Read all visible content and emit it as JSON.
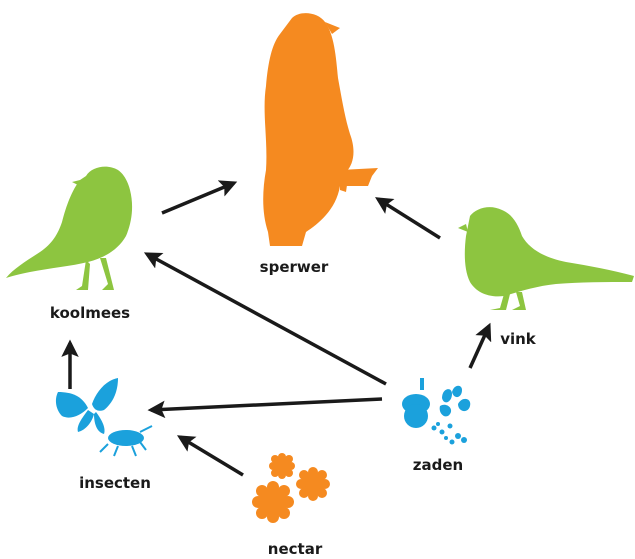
{
  "colors": {
    "bird_green": "#8dc540",
    "hawk_orange": "#f58a20",
    "insect_blue": "#1ba1dc",
    "seed_blue": "#1ba1dc",
    "flower_orange": "#f58a20",
    "arrow": "#1a1a1a"
  },
  "nodes": {
    "sperwer": {
      "label": "sperwer",
      "icon": "hawk-icon"
    },
    "koolmees": {
      "label": "koolmees",
      "icon": "tit-bird-icon"
    },
    "vink": {
      "label": "vink",
      "icon": "finch-bird-icon"
    },
    "insecten": {
      "label": "insecten",
      "icon": "insects-icon"
    },
    "zaden": {
      "label": "zaden",
      "icon": "seeds-icon"
    },
    "nectar": {
      "label": "nectar",
      "icon": "flowers-icon"
    }
  },
  "edges": [
    {
      "from": "koolmees",
      "to": "sperwer"
    },
    {
      "from": "vink",
      "to": "sperwer"
    },
    {
      "from": "zaden",
      "to": "koolmees"
    },
    {
      "from": "zaden",
      "to": "vink"
    },
    {
      "from": "zaden",
      "to": "insecten"
    },
    {
      "from": "insecten",
      "to": "koolmees"
    },
    {
      "from": "nectar",
      "to": "insecten"
    }
  ]
}
